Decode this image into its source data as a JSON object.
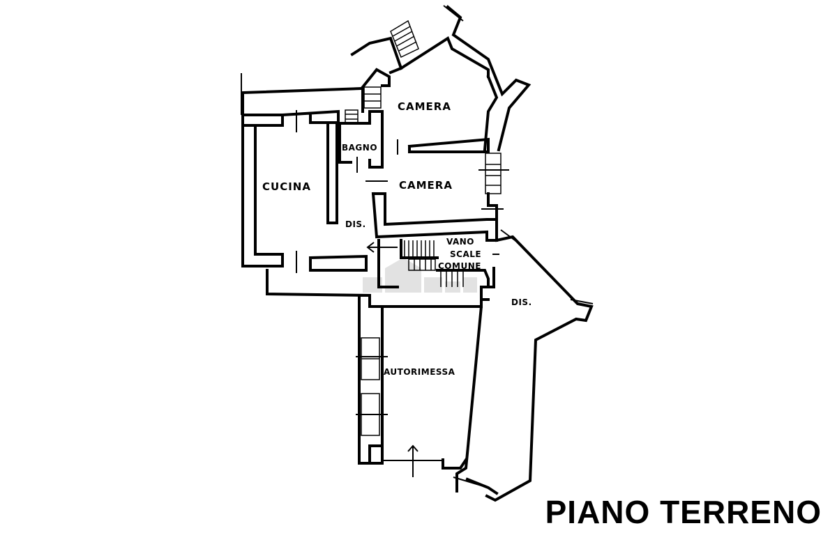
{
  "floor_title": "PIANO TERRENO",
  "rooms": {
    "camera_top": "CAMERA",
    "camera_mid": "CAMERA",
    "bagno": "BAGNO",
    "cucina": "CUCINA",
    "dis_left": "DIS.",
    "vano_line1": "VANO",
    "vano_line2": "SCALE",
    "vano_line3": "COMUNE",
    "dis_right": "DIS.",
    "autorimessa": "AUTORIMESSA"
  },
  "colors": {
    "line": "#000000",
    "background": "#ffffff",
    "watermark": "#d6d6d6"
  }
}
